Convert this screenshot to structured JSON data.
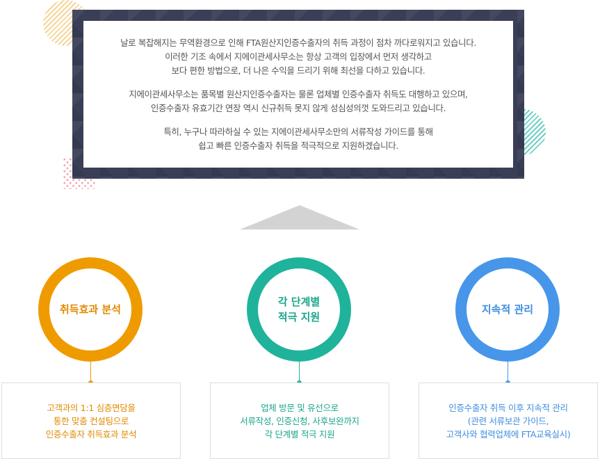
{
  "intro": {
    "paragraphs": [
      [
        "날로 복잡해지는 무역환경으로 인해 FTA원산지인증수출자의 취득 과정이 점차 까다로워지고 있습니다.",
        "이러한 기조 속에서 지에이관세사무소는 항상 고객의 입장에서 먼저 생각하고",
        "보다 편한 방법으로, 더 나은 수익을 드리기 위해 최선을 다하고 있습니다."
      ],
      [
        "지에이관세사무소는 품목별 원산지인증수출자는 물론 업체별 인증수출자 취득도 대행하고 있으며,",
        "인증수출자 유효기간 연장 역시 신규취득 못지 않게 성심성의껏 도와드리고 있습니다."
      ],
      [
        "특히, 누구나 따라하실 수 있는 지에이관세사무소만의 서류작성 가이드를 통해",
        "쉽고 빠른 인증수출자 취득을 적극적으로 지원하겠습니다."
      ]
    ]
  },
  "features": [
    {
      "title_lines": [
        "취득효과 분석"
      ],
      "desc_lines": [
        "고객과의 1:1 심층면담을",
        "통한 맞춤 컨설팅으로",
        "인증수출자 취득효과 분석"
      ],
      "color": "#ef9b00"
    },
    {
      "title_lines": [
        "각 단계별",
        "적극 지원"
      ],
      "desc_lines": [
        "업체 방문 및 유선으로",
        "서류작성, 인증신청, 사후보완까지",
        "각 단계별 적극 지원"
      ],
      "color": "#1fb39b"
    },
    {
      "title_lines": [
        "지속적 관리"
      ],
      "desc_lines": [
        "인증수출자 취득 이후 지속적 관리",
        "(관련 서류보관 가이드,",
        "고객사와 협력업체에 FTA교육실시)"
      ],
      "color": "#4796ea"
    }
  ]
}
